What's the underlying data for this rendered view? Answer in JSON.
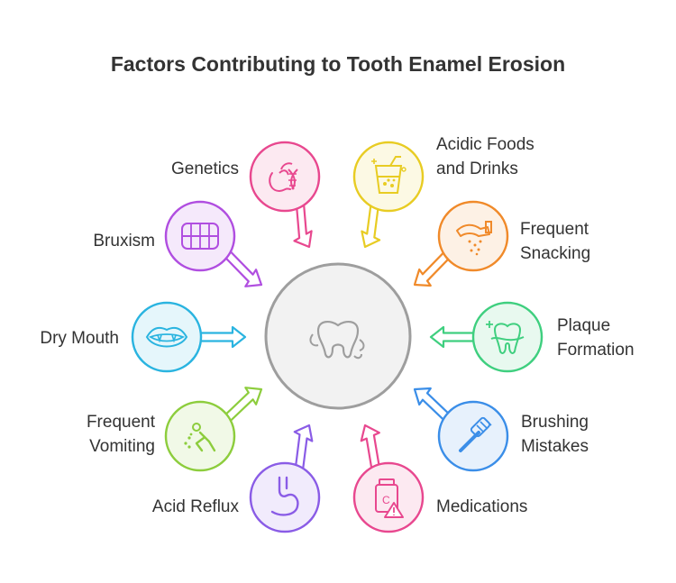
{
  "title": "Factors Contributing to Tooth Enamel Erosion",
  "center": {
    "icon": "tooth-icon",
    "color": "#9e9e9e"
  },
  "factors": [
    {
      "id": "genetics",
      "label": "Genetics",
      "icon": "dna-apple-icon",
      "color": "#e8488f"
    },
    {
      "id": "acidic-foods",
      "label": "Acidic Foods\nand Drinks",
      "icon": "fizzy-drink-icon",
      "color": "#e8cc23"
    },
    {
      "id": "snacking",
      "label": "Frequent\nSnacking",
      "icon": "hand-crumbs-icon",
      "color": "#f08a2a"
    },
    {
      "id": "plaque",
      "label": "Plaque\nFormation",
      "icon": "plaque-tooth-icon",
      "color": "#3fcf7f"
    },
    {
      "id": "brushing",
      "label": "Brushing\nMistakes",
      "icon": "toothbrush-icon",
      "color": "#3b8ee8"
    },
    {
      "id": "medications",
      "label": "Medications",
      "icon": "medicine-bottle-icon",
      "color": "#e8488f"
    },
    {
      "id": "acid-reflux",
      "label": "Acid Reflux",
      "icon": "stomach-icon",
      "color": "#8a5ce6"
    },
    {
      "id": "vomiting",
      "label": "Frequent\nVomiting",
      "icon": "vomiting-person-icon",
      "color": "#8dcd3d"
    },
    {
      "id": "dry-mouth",
      "label": "Dry Mouth",
      "icon": "open-mouth-icon",
      "color": "#2ab4e0"
    },
    {
      "id": "bruxism",
      "label": "Bruxism",
      "icon": "teeth-grinding-icon",
      "color": "#b04ee0"
    }
  ]
}
